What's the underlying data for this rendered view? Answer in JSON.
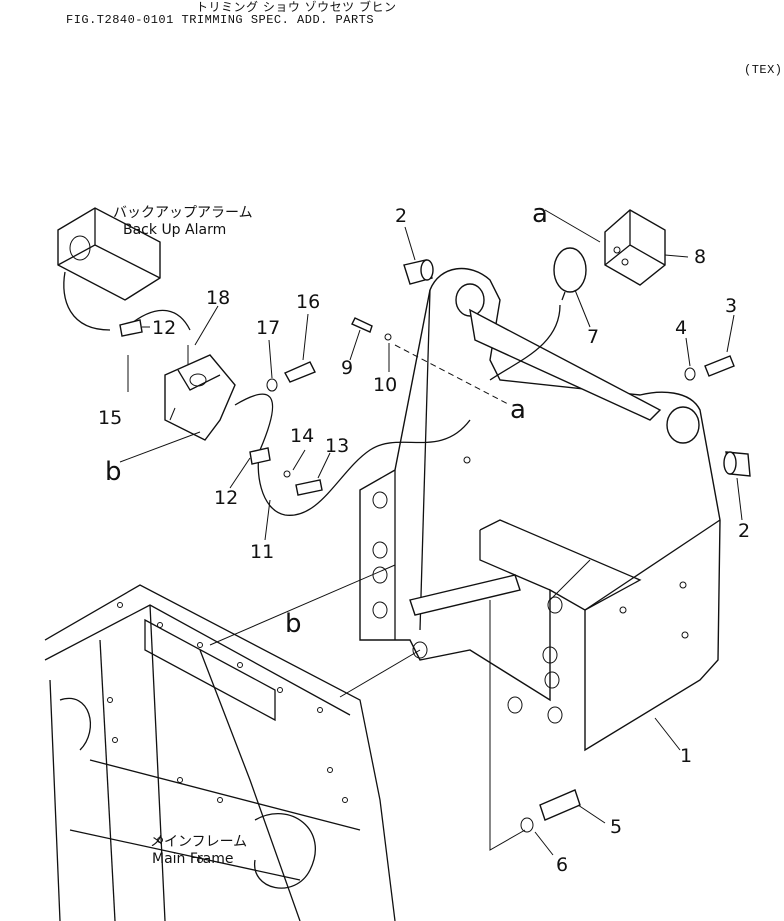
{
  "header": {
    "katakana_title": "トリミング ショウ ゾウセツ ブヒン",
    "fig_title": "FIG.T2840-0101  TRIMMING SPEC. ADD. PARTS",
    "tag": "(TEX)"
  },
  "captions": {
    "backup_alarm_jp": "バックアップアラーム",
    "backup_alarm_en": "Back Up Alarm",
    "main_frame_jp": "メインフレーム",
    "main_frame_en": "Main Frame"
  },
  "callouts": {
    "p1": "1",
    "p2a": "2",
    "p2b": "2",
    "p3": "3",
    "p4": "4",
    "p5": "5",
    "p6": "6",
    "p7": "7",
    "p8": "8",
    "p9": "9",
    "p10": "10",
    "p11": "11",
    "p12a": "12",
    "p12b": "12",
    "p13": "13",
    "p14": "14",
    "p15": "15",
    "p16": "16",
    "p17": "17",
    "p18": "18"
  },
  "refs": {
    "a1": "a",
    "a2": "a",
    "b1": "b",
    "b2": "b"
  }
}
